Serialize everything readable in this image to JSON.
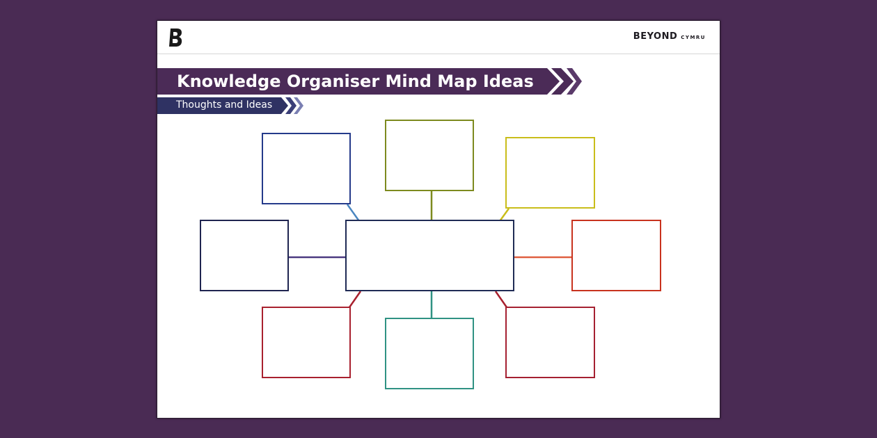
{
  "header": {
    "logo_letter": "B",
    "brand_main": "BEYOND",
    "brand_sub": "CYMRU"
  },
  "title": "Knowledge Organiser Mind Map Ideas",
  "subtitle": "Thoughts and Ideas",
  "colors": {
    "background": "#4a2b54",
    "banner": "#4b2b57",
    "sub_banner": "#2f3263",
    "center": "#1f2b55",
    "top_left": "#243a8a",
    "top": "#7d8a1e",
    "top_right": "#c9bd1a",
    "left": "#1f2450",
    "right": "#c8321e",
    "bottom_left": "#a8202e",
    "bottom": "#2f9283",
    "bottom_right": "#a52031",
    "connector_top_left": "#4a86c0",
    "connector_left": "#4b3a80",
    "connector_right": "#e06040",
    "connector_bottom_left": "#a8202e",
    "connector_bottom_right": "#a8202e"
  },
  "mindmap": {
    "nodes": [
      {
        "id": "center",
        "label": ""
      },
      {
        "id": "top-left",
        "label": ""
      },
      {
        "id": "top",
        "label": ""
      },
      {
        "id": "top-right",
        "label": ""
      },
      {
        "id": "left",
        "label": ""
      },
      {
        "id": "right",
        "label": ""
      },
      {
        "id": "bottom-left",
        "label": ""
      },
      {
        "id": "bottom",
        "label": ""
      },
      {
        "id": "bottom-right",
        "label": ""
      }
    ]
  }
}
